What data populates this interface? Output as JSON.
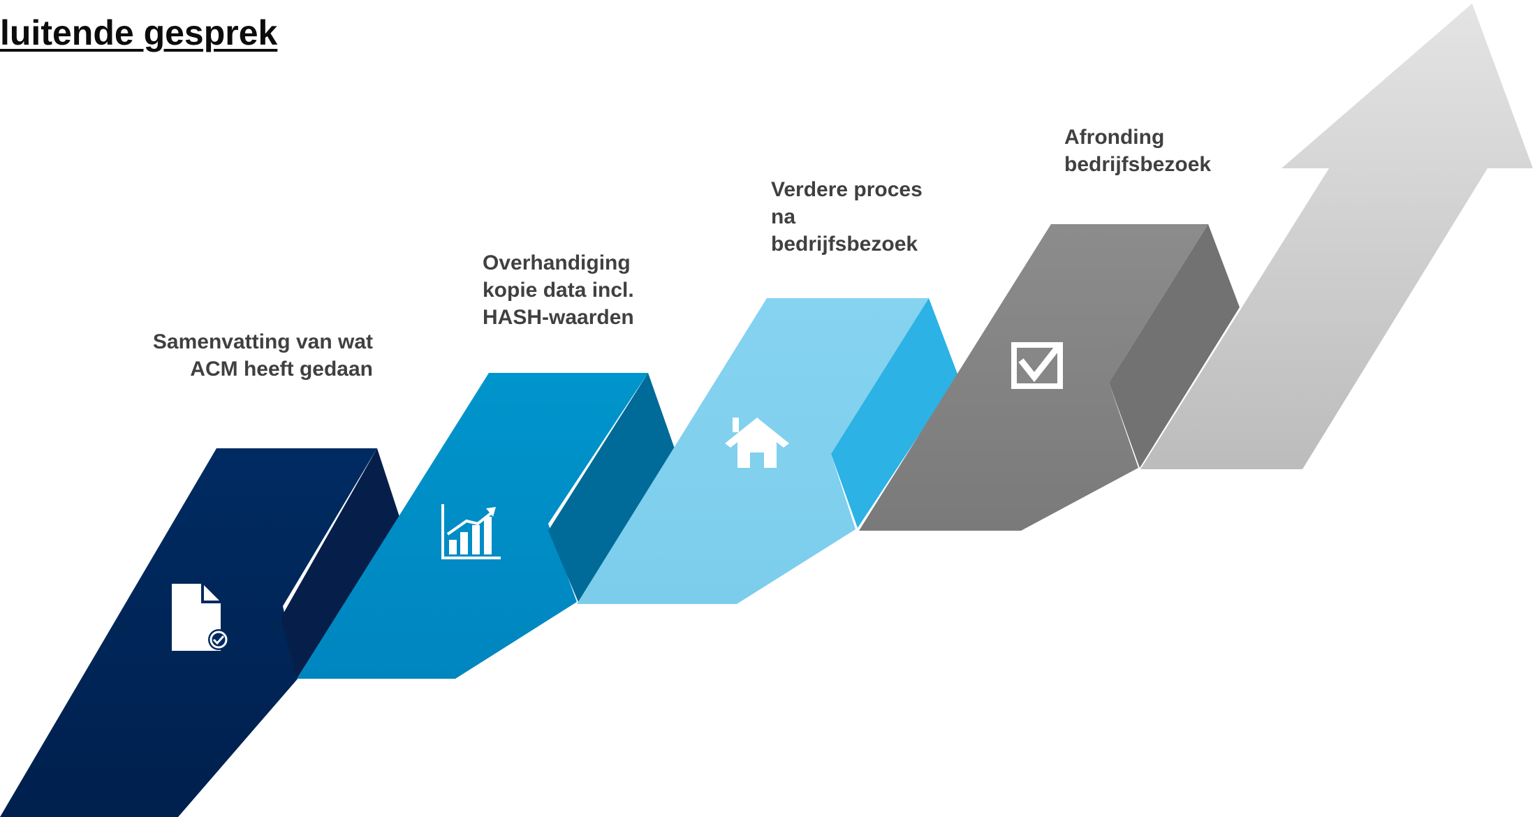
{
  "page": {
    "title": "luitende gesprek"
  },
  "steps": [
    {
      "label": "Samenvatting van wat\nACM heeft gedaan",
      "icon": "document-check-icon",
      "color": "#002960"
    },
    {
      "label": "Overhandiging\nkopie data incl.\nHASH-waarden",
      "icon": "bar-chart-growth-icon",
      "color": "#0090c8"
    },
    {
      "label": "Verdere proces\nna\nbedrijfsbezoek",
      "icon": "house-icon",
      "color": "#80d0ee"
    },
    {
      "label": "Afronding\nbedrijfsbezoek",
      "icon": "checkbox-icon",
      "color": "#878787"
    }
  ],
  "arrow": {
    "icon": "up-arrow-icon",
    "color": "#c8c8c8"
  }
}
